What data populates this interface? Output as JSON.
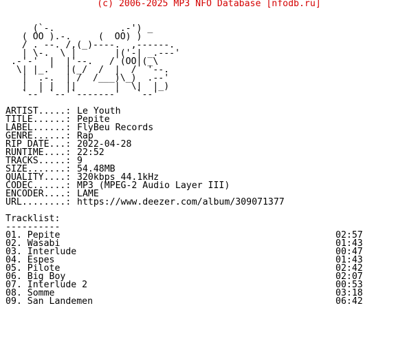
{
  "header": {
    "text": "(c) 2006-2025 MP3 NFO Database [nfodb.ru]",
    "color": "#d40000"
  },
  "logo_art": "     (`-.            .-') _\n   ( OO ).-.     (  OO) )\n   / . --. /,(_)----.  ,------.\n   | \\-.  \\ |       |('-| _.---'\n .-'-'  |  |'--.   / (OO|(_\\\n  \\| |_.'  |(_/  /  |  /  '--.\n   |  .-.  | /  /___)\\_)  .--'\n   |  | |  ||       |  \\|  |_)\n   `--' `--'`-------'   `--'",
  "info": [
    {
      "label": "ARTIST.....:",
      "value": "Le Youth"
    },
    {
      "label": "TITLE......:",
      "value": "Pepite"
    },
    {
      "label": "LABEL......:",
      "value": "FlyBeu Records"
    },
    {
      "label": "GENRE......:",
      "value": "Rap"
    },
    {
      "label": "RIP DATE...:",
      "value": "2022-04-28"
    },
    {
      "label": "RUNTIME....:",
      "value": "22:52"
    },
    {
      "label": "TRACKS.....:",
      "value": "9"
    },
    {
      "label": "SIZE.......:",
      "value": "54.48MB"
    },
    {
      "label": "QUALITY....:",
      "value": "320kbps 44.1kHz"
    },
    {
      "label": "CODEC......:",
      "value": "MP3 (MPEG-2 Audio Layer III)"
    },
    {
      "label": "ENCODER....:",
      "value": "LAME"
    },
    {
      "label": "URL........:",
      "value": "https://www.deezer.com/album/309071377"
    }
  ],
  "tracklist": {
    "title": "Tracklist:",
    "underline": "----------",
    "tracks": [
      {
        "num": "01.",
        "title": "Pepite",
        "duration": "02:57"
      },
      {
        "num": "02.",
        "title": "Wasabi",
        "duration": "01:43"
      },
      {
        "num": "03.",
        "title": "Interlude",
        "duration": "00:47"
      },
      {
        "num": "04.",
        "title": "Espes",
        "duration": "01:43"
      },
      {
        "num": "05.",
        "title": "Pilote",
        "duration": "02:42"
      },
      {
        "num": "06.",
        "title": "Big Boy",
        "duration": "02:07"
      },
      {
        "num": "07.",
        "title": "Interlude 2",
        "duration": "00:53"
      },
      {
        "num": "08.",
        "title": "Somme",
        "duration": "03:18"
      },
      {
        "num": "09.",
        "title": "San Landemen",
        "duration": "06:42"
      }
    ]
  }
}
